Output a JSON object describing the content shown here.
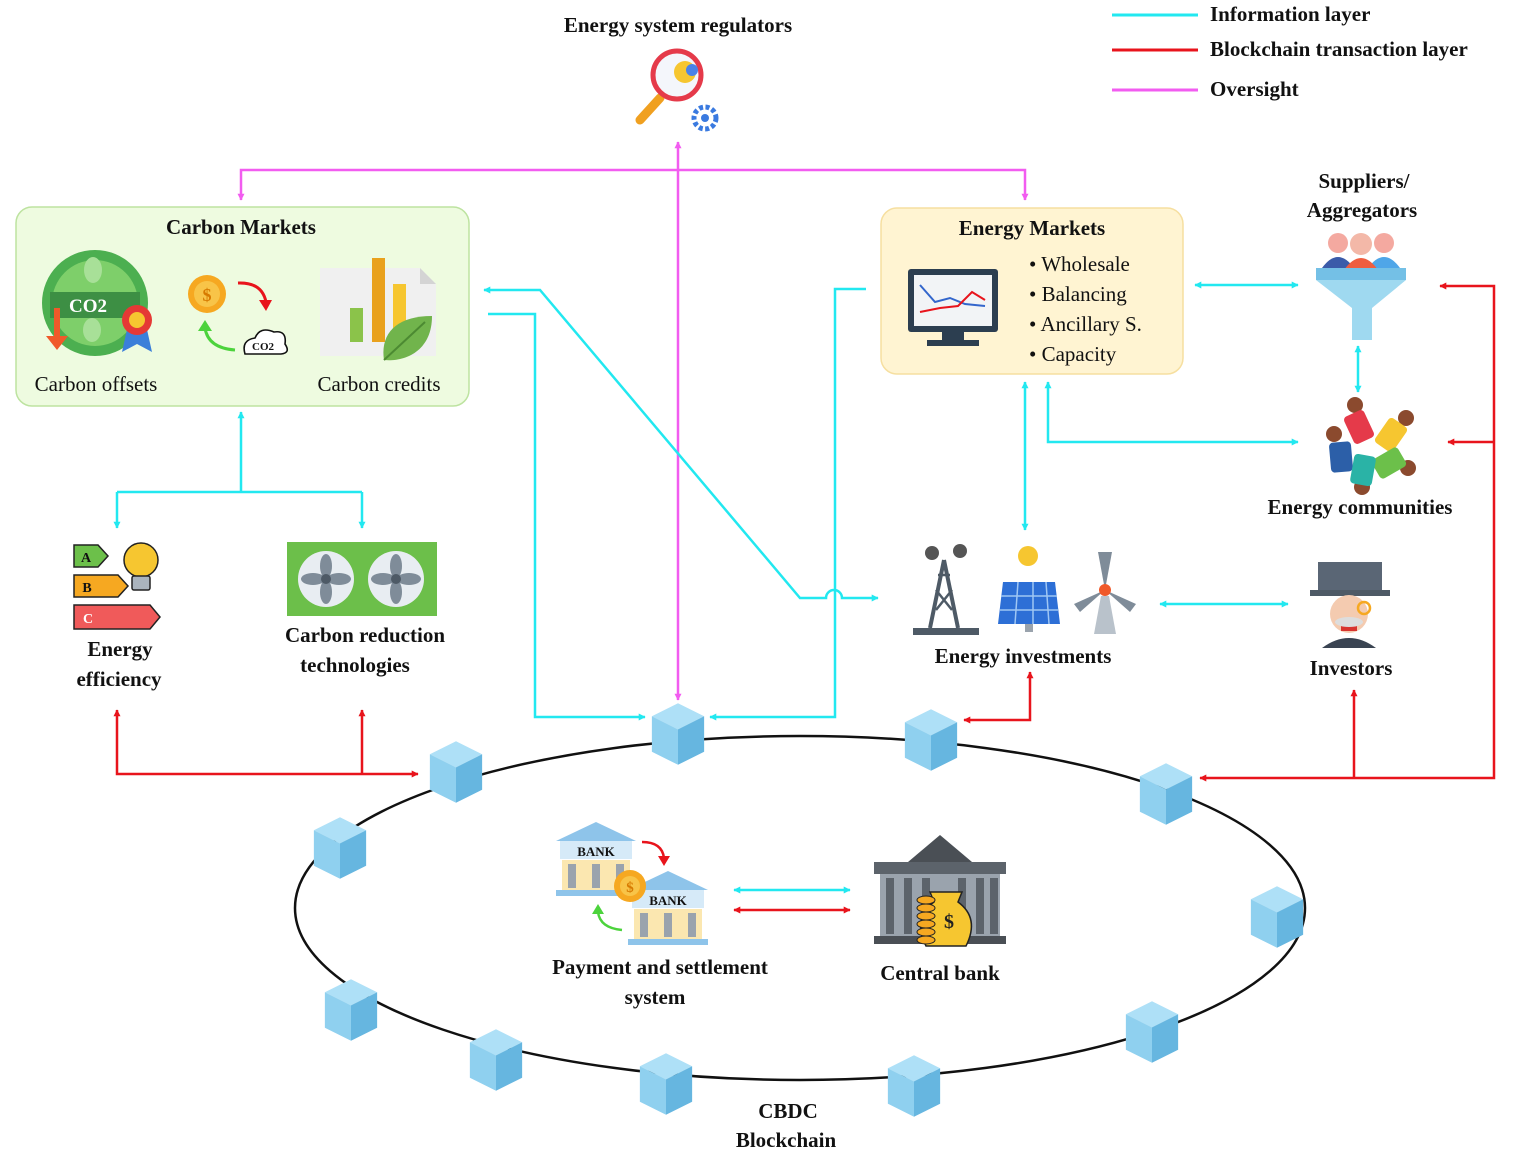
{
  "legend": {
    "information": "Information layer",
    "blockchain": "Blockchain transaction layer",
    "oversight": "Oversight"
  },
  "colors": {
    "information": "#22e8f0",
    "blockchain": "#e8141c",
    "oversight": "#f25cf0",
    "carbon_box_fill": "#eefbe0",
    "carbon_box_border": "#bde3a0",
    "energy_box_fill": "#fff4d2",
    "energy_box_border": "#f6dfa0",
    "block_front": "#7fc6ea",
    "block_top": "#aee0f7",
    "block_side": "#5fb0dc"
  },
  "regulators": {
    "label": "Energy system regulators",
    "icon": "magnifier-gear-icon"
  },
  "carbon_markets": {
    "title": "Carbon Markets",
    "offsets": "Carbon offsets",
    "credits": "Carbon credits",
    "co2_badge": "CO2",
    "co2_cloud": "CO2"
  },
  "energy_markets": {
    "title": "Energy Markets",
    "items": [
      "• Wholesale",
      "• Balancing",
      "• Ancillary S.",
      "• Capacity"
    ]
  },
  "suppliers": {
    "line1": "Suppliers/",
    "line2": "Aggregators"
  },
  "communities": {
    "label": "Energy communities"
  },
  "energy_efficiency": {
    "line1": "Energy",
    "line2": "efficiency",
    "grades": [
      "A",
      "B",
      "C"
    ]
  },
  "carbon_reduction": {
    "line1": "Carbon reduction",
    "line2": "technologies"
  },
  "energy_investments": {
    "label": "Energy investments"
  },
  "investors": {
    "label": "Investors"
  },
  "payment": {
    "line1": "Payment and settlement",
    "line2": "system",
    "bank_text": "BANK"
  },
  "central_bank": {
    "label": "Central bank"
  },
  "cbdc": {
    "line1": "CBDC",
    "line2": "Blockchain"
  }
}
